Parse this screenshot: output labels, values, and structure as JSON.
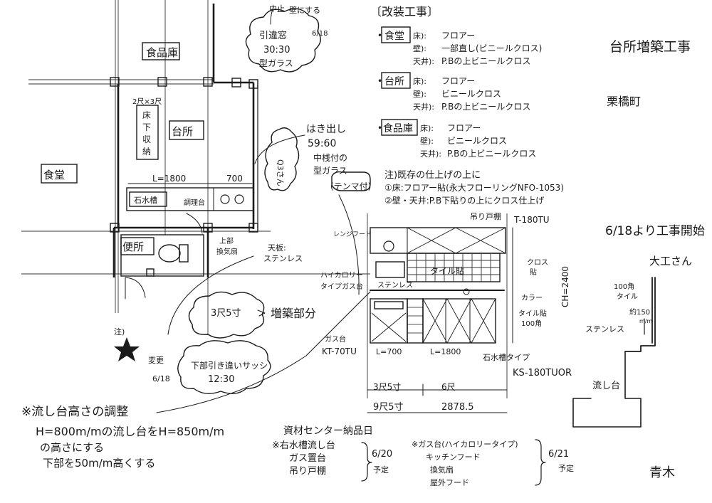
{
  "title_right": "台所増築工事",
  "location": "栗橋町",
  "start_note": "6/18より工事開始",
  "carpenter": "大工さん",
  "signature": "青木",
  "renovation": {
    "heading": "〔改装工事〕",
    "rooms": [
      {
        "name": "食堂",
        "lines": [
          {
            "k": "床):",
            "v": "フロアー"
          },
          {
            "k": "壁):",
            "v": "一部直し(ビニールクロス)"
          },
          {
            "k": "天井):",
            "v": "P.Bの上ビニールクロス"
          }
        ]
      },
      {
        "name": "台所",
        "lines": [
          {
            "k": "床):",
            "v": "フロアー"
          },
          {
            "k": "壁):",
            "v": "ビニールクロス"
          },
          {
            "k": "天井):",
            "v": "P.Bの上ビニールクロス"
          }
        ]
      },
      {
        "name": "食品庫",
        "lines": [
          {
            "k": "床):",
            "v": "フロアー"
          },
          {
            "k": "壁):",
            "v": "ビニールクロス"
          },
          {
            "k": "天井):",
            "v": "P.Bの上ビニールクロス"
          }
        ]
      }
    ]
  },
  "finish_note": {
    "head": "注)既存の仕上げの上に",
    "l1": "①床:フロアー貼(永大フローリングNFO-1053)",
    "l2": "②壁・天井:P.B下貼りの上にクロス仕上げ"
  },
  "plan": {
    "pantry": "食品庫",
    "kitchen": "台所",
    "dining": "食堂",
    "toilet": "便所",
    "underfloor": [
      "床",
      "下",
      "収",
      "納"
    ],
    "underfloor_size": "2尺×3尺",
    "dim_1800": "L=1800",
    "dim_700": "700",
    "sink_label": "石水槽",
    "cooking": "調理台",
    "upper_cabinet": "上部",
    "fan": "換気扇",
    "top_plate": "天板:",
    "stainless": "ステンレス",
    "extension": "増築部分",
    "extension_dim": "3尺5寸",
    "note_mark": "注)",
    "change": "変更",
    "change_date": "6/18",
    "stop": "中止",
    "to_wall": "壁にする",
    "stop_date": "6/18",
    "window_cloud": [
      "引違窓",
      "30:30",
      "型ガラス"
    ],
    "bay": "はき出し",
    "bay_size": "59:60",
    "glass": [
      "中桟付の",
      "型ガラス"
    ],
    "glass_tag": "(テンマ付)",
    "bottom_cloud": [
      "下部引き違いサッシ",
      "12:30"
    ],
    "side_cloud": "Q3さん"
  },
  "elevation": {
    "hood": "レンジフード",
    "hanging": "吊り戸棚",
    "hanging_code": "T-180TU",
    "tile": "タイル貼",
    "cross": [
      "クロス",
      "貼"
    ],
    "color": "カラー",
    "tile_100": [
      "タイル貼",
      "100角"
    ],
    "ch": "CH=2400",
    "hicalorie": [
      "ハイカロリー",
      "タイプガス台"
    ],
    "stainless": "ステンレス",
    "gas_stand": [
      "ガス台",
      "KT-70TU"
    ],
    "l700": "L=700",
    "l1800": "L=1800",
    "sink_type": "石水槽タイプ",
    "sink_code": "KS-180TUOR",
    "dim_a": "3尺5寸",
    "dim_b": "6尺",
    "dim_total": "9尺5寸",
    "dim_mm": "2878.5"
  },
  "section": {
    "tile": [
      "100角",
      "タイル"
    ],
    "h150": "約150",
    "unit": "m/m",
    "stainless": "ステンレス",
    "counter": "流し台"
  },
  "height_note": {
    "head": "※流し台高さの調整",
    "l1": "H=800m/mの流し台をH=850m/m",
    "l2": "の高さにする",
    "l3": "下部を50m/m高くする"
  },
  "delivery": {
    "head": "資材センター納品日",
    "group1": [
      "※右水槽流し台",
      "ガス置台",
      "吊り戸棚"
    ],
    "date1": "6/20",
    "yotei1": "予定",
    "group2": [
      "※ガス台(ハイカロリータイプ)",
      "キッチンフード",
      "換気扇",
      "屋外フード"
    ],
    "date2": "6/21",
    "yotei2": "予定"
  }
}
